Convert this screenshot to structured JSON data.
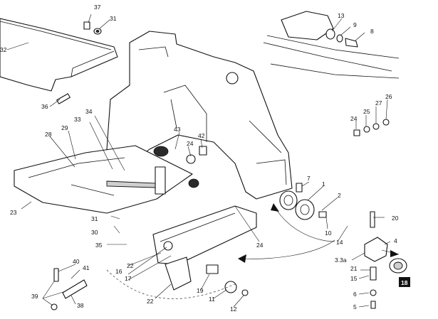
{
  "callouts": [
    "1",
    "2",
    "3.3a",
    "4",
    "5",
    "6",
    "7",
    "8",
    "9",
    "10",
    "11",
    "12",
    "13",
    "14",
    "15",
    "16",
    "17",
    "18",
    "19",
    "20",
    "21",
    "22",
    "22",
    "23",
    "24",
    "24",
    "24",
    "25",
    "26",
    "27",
    "28",
    "29",
    "30",
    "31",
    "31",
    "32",
    "33",
    "34",
    "35",
    "36",
    "37",
    "38",
    "39",
    "40",
    "41",
    "42",
    "43"
  ],
  "highlight_callout": "18",
  "colors": {
    "line": "#111111",
    "shade": "#cfcfcf",
    "dark": "#2a2a2a",
    "badge": "#111111"
  }
}
